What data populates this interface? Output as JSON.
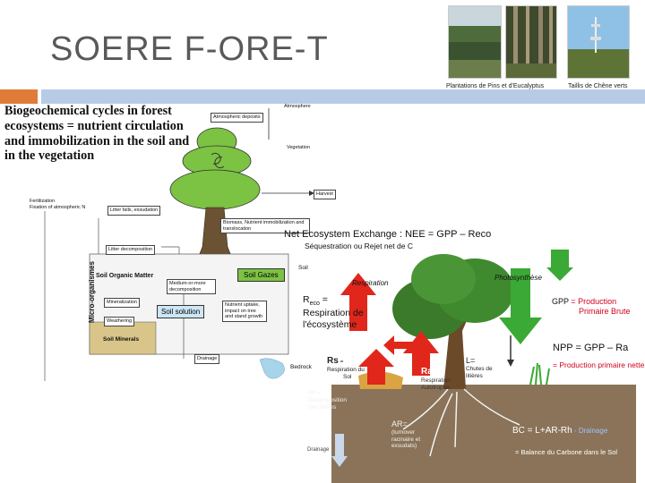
{
  "slide": {
    "title": "SOERE F-ORE-T"
  },
  "photos": {
    "caption_left": "Plantations de Pins et d'Eucalyptus",
    "caption_right": "Taillis de Chêne verts"
  },
  "left_diagram": {
    "heading": "Biogeochemical cycles in forest ecosystems = nutrient circulation and immobilization in the soil and in the vegetation",
    "atmosphere": "Atmosphere",
    "atmospheric_deposits": "Atmospheric deposits",
    "vegetation": "Vegetation",
    "harvest": "Harvest",
    "fertilization": "Fertilization",
    "fixation": "Fixation of atmospheric N",
    "litter_falls": "Litter falls, exsudation",
    "biomass": "Biomass, Nutrient immobilization and translocation",
    "litter_decomposition": "Litter decomposition",
    "soil_organic_matter": "Soil Organic Matter",
    "soil_gazes": "Soil Gazes",
    "soil": "Soil",
    "medium_decomposition": "Medium-or-more decomposition",
    "mineralization": "Mineralization",
    "soil_solution": "Soil solution",
    "nutrient_uptake": "Nutrient uptake, impact on tree and stand growth",
    "weathering": "Weathering",
    "soil_minerals": "Soil Minerals",
    "drainage": "Drainage",
    "bedrock": "Bedrock",
    "micro_organisms": "Micro-organismes"
  },
  "right_diagram": {
    "nee_line": "Net Ecosystem Exchange : NEE = GPP – Reco",
    "sequestration": "Séquestration ou Rejet net de C",
    "photosynthese": "Photosynthèse",
    "respiration": "Respiration",
    "reco_prefix": "R",
    "reco_sub": "eco",
    "reco_rest": " =",
    "reco_line2": "Respiration de",
    "reco_line3": "l'écosystème",
    "gpp_label": "GPP",
    "gpp_eq": " = Production",
    "gpp_line2": "Primaire Brute",
    "npp_line": "NPP = GPP – Ra",
    "npp_sub": "= Production primaire nette",
    "rs_label": "Rs",
    "rs_eq": " =",
    "rs_line2": "Respiration du",
    "rs_line3": "Sol",
    "ra_label": "Ra",
    "ra_eq": " =",
    "ra_line2": "Respiration",
    "ra_line3": "Autotrophe",
    "l_label": "L=",
    "l_line2": "Chutes de",
    "l_line3": "litières",
    "rh_line1": "Rh =",
    "rh_line2": "Décomposition",
    "rh_line3": "des litières",
    "ar_line1": "AR=",
    "ar_line2": "(turnover",
    "ar_line3": "racinaire et",
    "ar_line4": "exsudats)",
    "bc_line": "BC = L+AR-Rh",
    "bc_drainage": " - Drainage",
    "bc_sub": "= Balance du Carbone dans le Sol",
    "drainage": "Drainage"
  },
  "colors": {
    "accent_orange": "#e07b39",
    "band_blue": "#b8cbe6",
    "title_gray": "#595959",
    "tree_green": "#7cc243",
    "soil_brown": "#8a7358",
    "arrow_red": "#e1261c",
    "arrow_green": "#3aa935",
    "label_blue": "#2f5da8"
  }
}
